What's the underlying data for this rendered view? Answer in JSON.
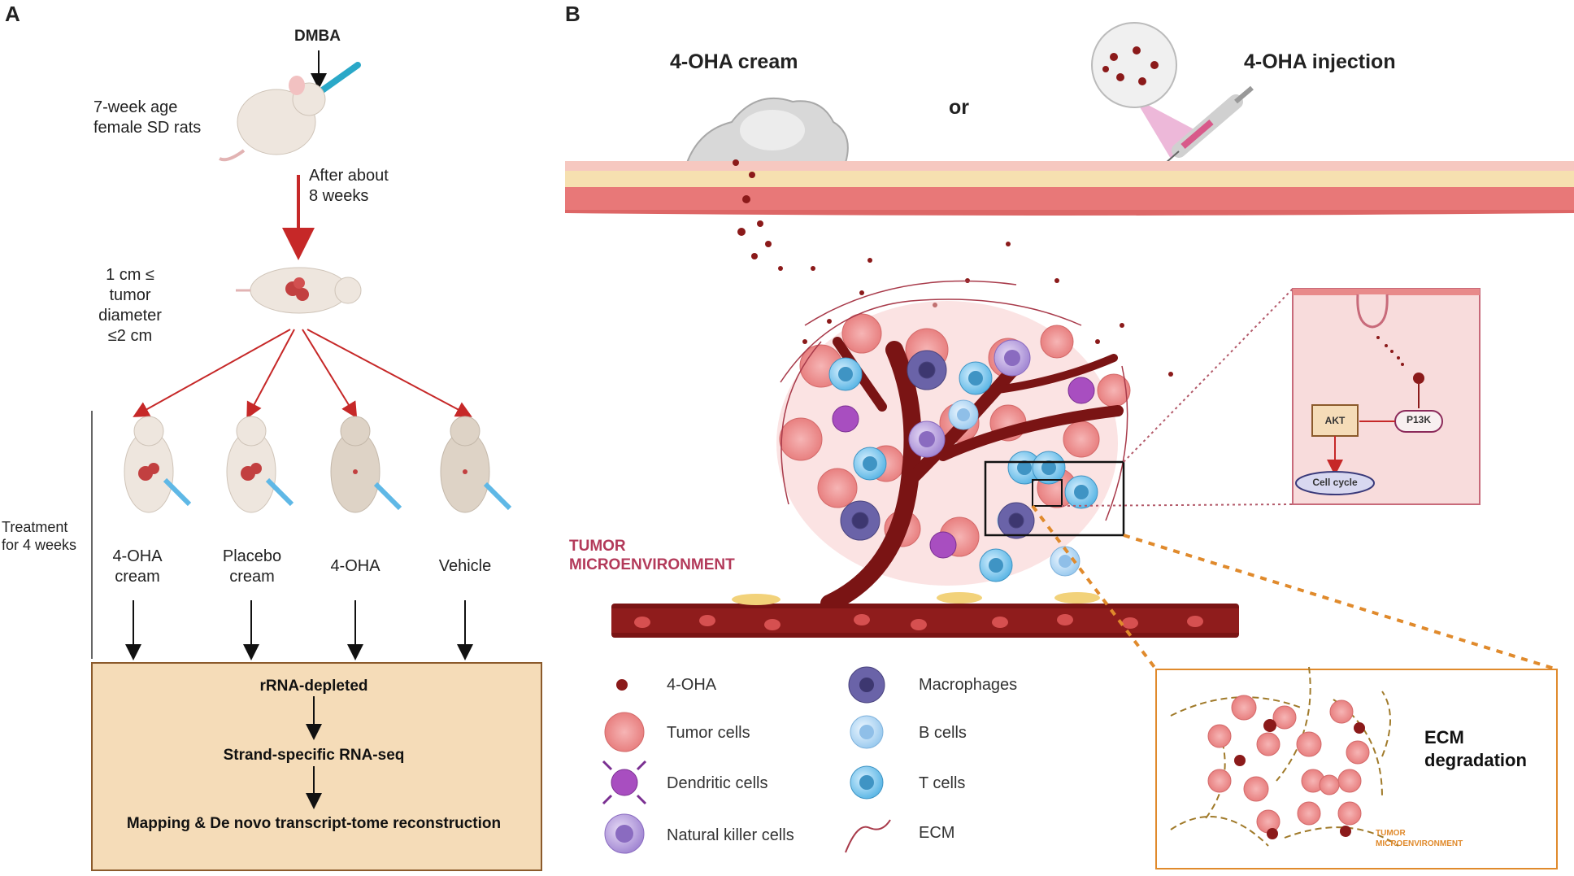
{
  "panel_a": {
    "letter": "A",
    "dmba": "DMBA",
    "rats": [
      "7-week age",
      "female SD rats"
    ],
    "wait": [
      "After about",
      "8 weeks"
    ],
    "tumor": [
      "1 cm ≤",
      "tumor diameter",
      "≤2 cm"
    ],
    "treatment": [
      "Treatment",
      "for 4 weeks"
    ],
    "groups": [
      {
        "label": [
          "4-OHA",
          "cream"
        ]
      },
      {
        "label": [
          "Placebo",
          "cream"
        ]
      },
      {
        "label": [
          "4-OHA"
        ]
      },
      {
        "label": [
          "Vehicle"
        ]
      }
    ],
    "steps": [
      "rRNA-depleted",
      "Strand-specific RNA-seq",
      "Mapping & De novo transcript-tome reconstruction"
    ]
  },
  "panel_b": {
    "letter": "B",
    "cream": "4-OHA cream",
    "or": "or",
    "injection": "4-OHA injection",
    "tme": [
      "TUMOR",
      "MICROENVIRONMENT"
    ],
    "pathway": {
      "pi3k": "P13K",
      "akt": "AKT",
      "cell_cycle": "Cell cycle"
    },
    "ecm_title": [
      "ECM",
      "degradation"
    ],
    "ecm_tme": [
      "TUMOR",
      "MICROENVIRONMENT"
    ],
    "legend": [
      {
        "label": "4-OHA",
        "icon": "drug-dot-icon"
      },
      {
        "label": "Tumor cells",
        "icon": "tumor-cell-icon"
      },
      {
        "label": "Dendritic cells",
        "icon": "dendritic-cell-icon"
      },
      {
        "label": "Natural killer cells",
        "icon": "nk-cell-icon"
      },
      {
        "label": "Macrophages",
        "icon": "macrophage-icon"
      },
      {
        "label": "B cells",
        "icon": "b-cell-icon"
      },
      {
        "label": "T cells",
        "icon": "t-cell-icon"
      },
      {
        "label": "ECM",
        "icon": "ecm-fiber-icon"
      }
    ]
  },
  "colors": {
    "red_arrow": "#c62828",
    "drug": "#8b1a1a",
    "tumor": "#f29a9a",
    "vessel": "#7a1414",
    "tme_text": "#b33a5a",
    "ecm_box": "#e08a2c",
    "box_fill": "#f5dcb8",
    "box_border": "#8b5a2b"
  }
}
